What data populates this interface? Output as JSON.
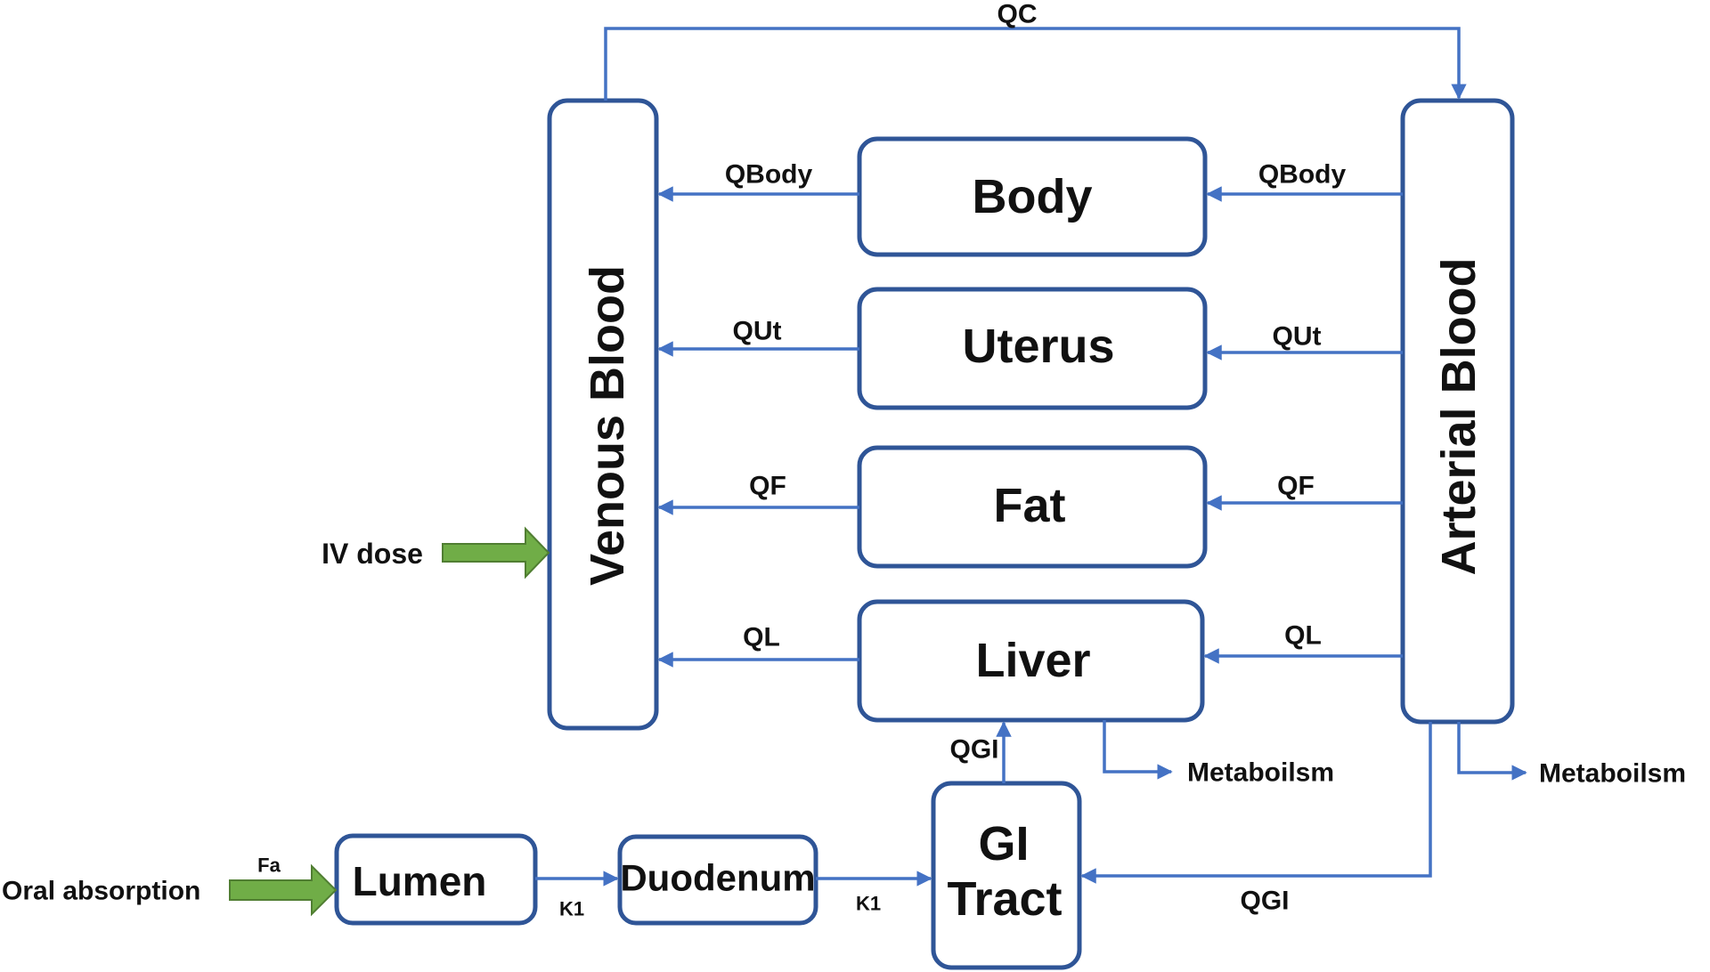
{
  "compartments": {
    "venous_blood": "Venous Blood",
    "arterial_blood": "Arterial Blood",
    "body": "Body",
    "uterus": "Uterus",
    "fat": "Fat",
    "liver": "Liver",
    "gi_tract_line1": "GI",
    "gi_tract_line2": "Tract",
    "lumen": "Lumen",
    "duodenum": "Duodenum"
  },
  "flows": {
    "qc": "QC",
    "qbody_venous": "QBody",
    "qbody_arterial": "QBody",
    "qut_venous": "QUt",
    "qut_arterial": "QUt",
    "qf_venous": "QF",
    "qf_arterial": "QF",
    "ql_venous": "QL",
    "ql_arterial": "QL",
    "qgi_liver": "QGI",
    "qgi_arterial": "QGI"
  },
  "inputs": {
    "iv_dose": "IV dose",
    "oral_absorption": "Oral absorption",
    "fa": "Fa"
  },
  "rates": {
    "k1_lumen": "K1",
    "k1_duodenum": "K1"
  },
  "outputs": {
    "metabolism_liver": "Metaboilsm",
    "metabolism_arterial": "Metaboilsm"
  },
  "colors": {
    "box_stroke": "#2f5597",
    "flow_line": "#4472c4",
    "input_arrow": "#70ad47"
  }
}
